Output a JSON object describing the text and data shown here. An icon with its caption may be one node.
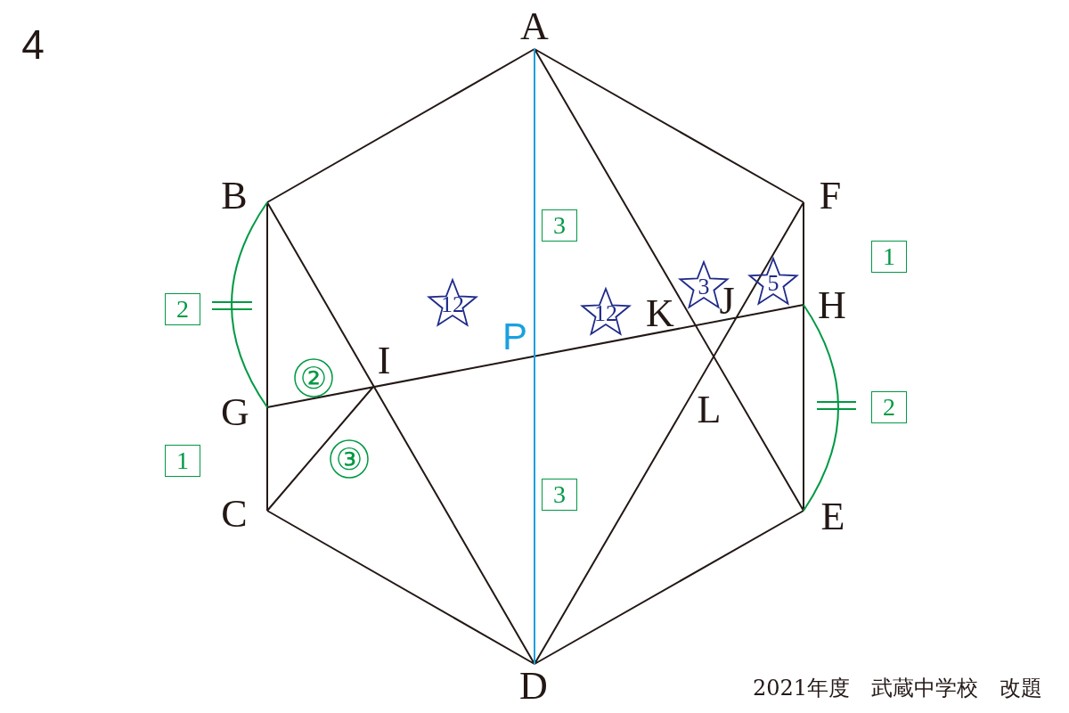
{
  "diagram": {
    "caption": "2021年度　武蔵中学校　改題",
    "labels": [
      "4",
      "A",
      "B",
      "F",
      "3",
      "1",
      "3",
      "5",
      "2",
      "12",
      "P",
      "12",
      "K",
      "J",
      "H",
      "②",
      "I",
      "G",
      "L",
      "2",
      "1",
      "③",
      "3",
      "C",
      "E",
      "D"
    ]
  }
}
